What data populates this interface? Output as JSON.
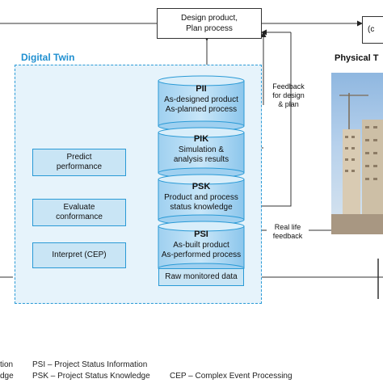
{
  "header": {
    "box_line1": "Design product,",
    "box_line2": "Plan process",
    "right_box_label": "(c"
  },
  "digital_twin": {
    "title": "Digital Twin",
    "cylinders": [
      {
        "code": "PII",
        "line1": "As-designed product",
        "line2": "As-planned process"
      },
      {
        "code": "PIK",
        "line1": "Simulation &",
        "line2": "analysis results"
      },
      {
        "code": "PSK",
        "line1": "Product and process",
        "line2": "status knowledge"
      },
      {
        "code": "PSI",
        "line1": "As-built product",
        "line2": "As-performed process"
      }
    ],
    "raw_data": "Raw monitored data",
    "processes": [
      {
        "line1": "Predict",
        "line2": "performance"
      },
      {
        "line1": "Evaluate",
        "line2": "conformance"
      },
      {
        "line1": "Interpret (CEP)",
        "line2": ""
      }
    ]
  },
  "side_labels": {
    "feedback_design_line1": "Feedback",
    "feedback_design_line2": "for design",
    "feedback_design_line3": "& plan",
    "real_life_line1": "Real life",
    "real_life_line2": "feedback"
  },
  "physical": {
    "title": "Physical T"
  },
  "legend": {
    "col1_line1": "tion",
    "col1_line2": "dge",
    "psi": "PSI – Project Status Information",
    "psk": "PSK – Project Status Knowledge",
    "cep": "CEP – Complex Event Processing"
  }
}
